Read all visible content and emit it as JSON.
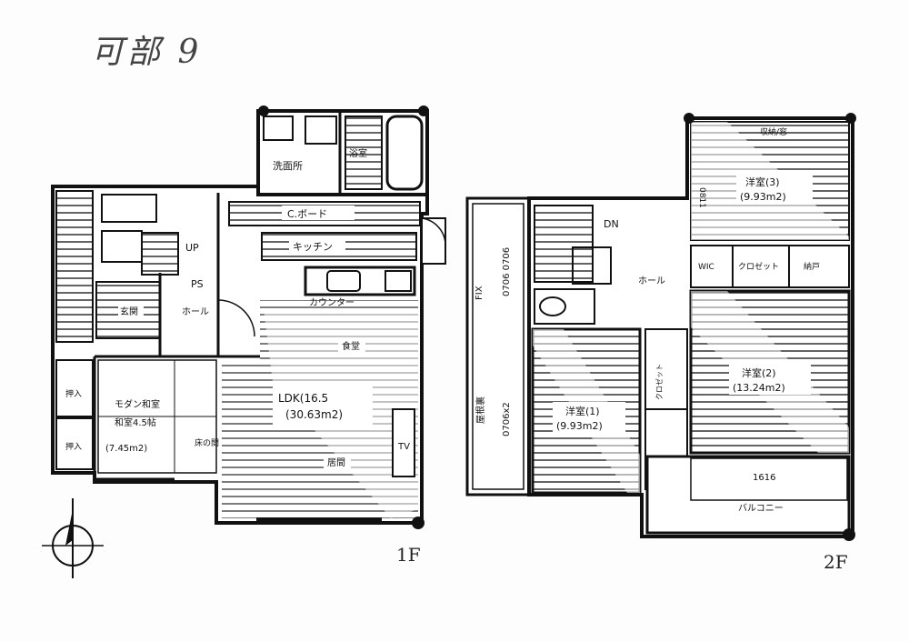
{
  "header": {
    "handwritten_title": "可部 9"
  },
  "floor1": {
    "label": "1F",
    "rooms": {
      "senmen": "洗面所",
      "yokushitsu": "浴室",
      "c_board": "C.ボード",
      "kitchen": "キッチン",
      "counter": "カウンター",
      "shoko": "食堂",
      "ldk_name": "LDK(16.5",
      "ldk_area": "(30.63m2)",
      "ima": "居間",
      "tv": "TV",
      "up": "UP",
      "ps": "PS",
      "hall": "ホール",
      "genkan": "玄関",
      "washitsu_name": "モダン和室",
      "washitsu_jo": "和室4.5帖",
      "washitsu_area": "(7.45m2)",
      "oshiire": "押入",
      "oshiire_lower": "押入",
      "tokonoma": "床の間"
    }
  },
  "floor2": {
    "label": "2F",
    "rooms": {
      "dn": "DN",
      "hall": "ホール",
      "yoshitsu1_name": "洋室(1)",
      "yoshitsu1_area": "(9.93m2)",
      "yoshitsu2_name": "洋室(2)",
      "yoshitsu2_area": "(13.24m2)",
      "yoshitsu3_name": "洋室(3)",
      "yoshitsu3_area": "(9.93m2)",
      "closet": "クロゼット",
      "balcony": "バルコニー",
      "fix_window": "FIX",
      "fix_code": "0706 0706",
      "yaneura": "屋根裏",
      "yaneura_code": "0706x2",
      "wic": "WIC",
      "nando": "納戸",
      "ceiling": "0811",
      "wide_window": "収納/窓",
      "top_label": "1616"
    }
  }
}
